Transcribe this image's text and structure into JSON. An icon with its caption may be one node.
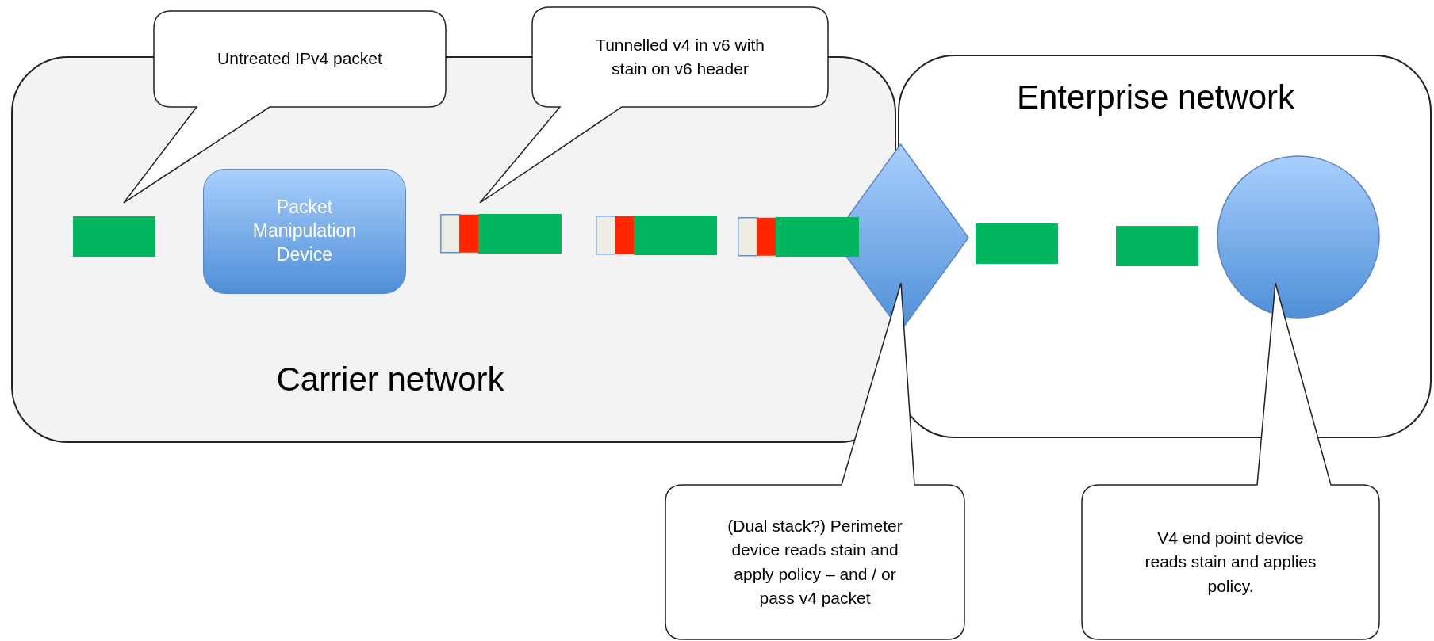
{
  "diagram": {
    "nodes": [
      {
        "text": [
          "Carrier network"
        ]
      },
      {
        "text": [
          "Untreated IPv4 packet"
        ]
      },
      {
        "text": [
          "Tunnelled v4 in v6 with stain on v6 header"
        ]
      },
      {
        "text": [
          "Enterprise network"
        ]
      },
      {
        "text": [
          "Packet Manipulation Device"
        ],
        "in": 0
      },
      {
        "text": [],
        "shape": "diamond"
      },
      {
        "text": [],
        "shape": "circle",
        "in": 3
      },
      {
        "text": [
          "(Dual stack?) Perimeter device reads stain and apply policy – and / or pass v4 packet"
        ]
      },
      {
        "text": [
          "V4 end point device reads stain and applies policy."
        ]
      }
    ]
  }
}
